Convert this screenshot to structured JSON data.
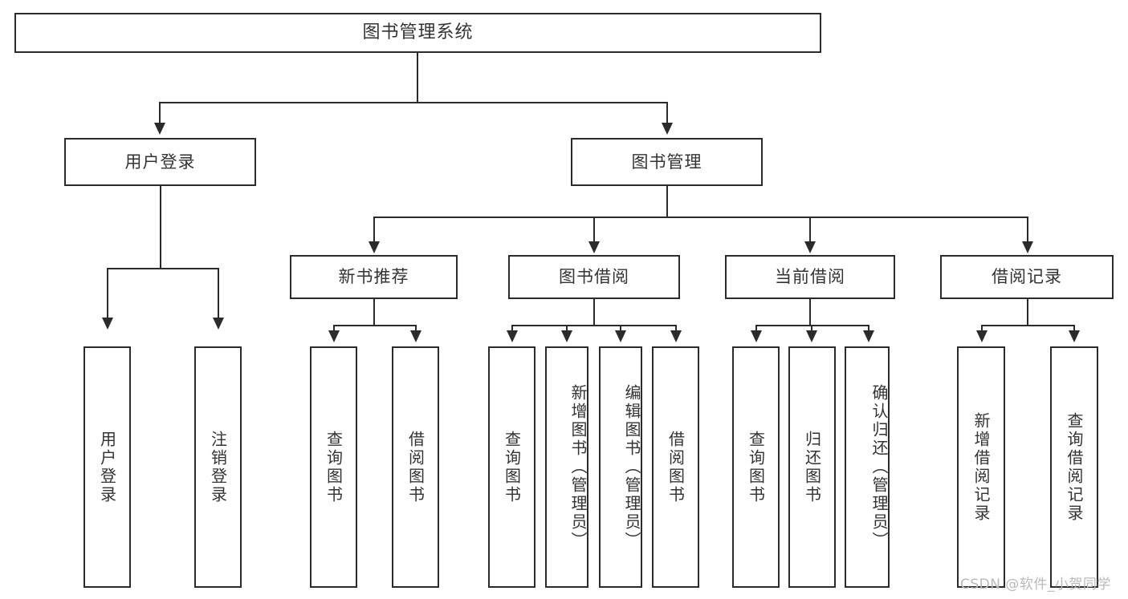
{
  "diagram": {
    "type": "tree-hierarchy",
    "title": "图书管理系统",
    "root": {
      "label": "图书管理系统"
    },
    "level2": [
      {
        "id": "user-login",
        "label": "用户登录"
      },
      {
        "id": "book-manage",
        "label": "图书管理"
      }
    ],
    "level3": [
      {
        "id": "new-book-recommend",
        "label": "新书推荐"
      },
      {
        "id": "book-borrow",
        "label": "图书借阅"
      },
      {
        "id": "current-borrow",
        "label": "当前借阅"
      },
      {
        "id": "borrow-record",
        "label": "借阅记录"
      }
    ],
    "leaves": {
      "user_login": [
        {
          "id": "leaf-user-login",
          "label": "用户登录"
        },
        {
          "id": "leaf-logout-login",
          "label": "注销登录"
        }
      ],
      "new_book_recommend": [
        {
          "id": "leaf-query-book-1",
          "label": "查询图书"
        },
        {
          "id": "leaf-borrow-book-1",
          "label": "借阅图书"
        }
      ],
      "book_borrow": [
        {
          "id": "leaf-query-book-2",
          "label": "查询图书"
        },
        {
          "id": "leaf-add-book",
          "label": "新增图书（管理员）"
        },
        {
          "id": "leaf-edit-book",
          "label": "编辑图书（管理员）"
        },
        {
          "id": "leaf-borrow-book-2",
          "label": "借阅图书"
        }
      ],
      "current_borrow": [
        {
          "id": "leaf-query-book-3",
          "label": "查询图书"
        },
        {
          "id": "leaf-return-book",
          "label": "归还图书"
        },
        {
          "id": "leaf-confirm-return",
          "label": "确认归还（管理员）"
        }
      ],
      "borrow_record": [
        {
          "id": "leaf-add-record",
          "label": "新增借阅记录"
        },
        {
          "id": "leaf-query-record",
          "label": "查询借阅记录"
        }
      ]
    },
    "watermark": "CSDN @软件_小贺同学",
    "colors": {
      "stroke": "#2b2b2b",
      "text": "#333333",
      "background": "#ffffff",
      "watermark": "#b9b9b9"
    }
  }
}
